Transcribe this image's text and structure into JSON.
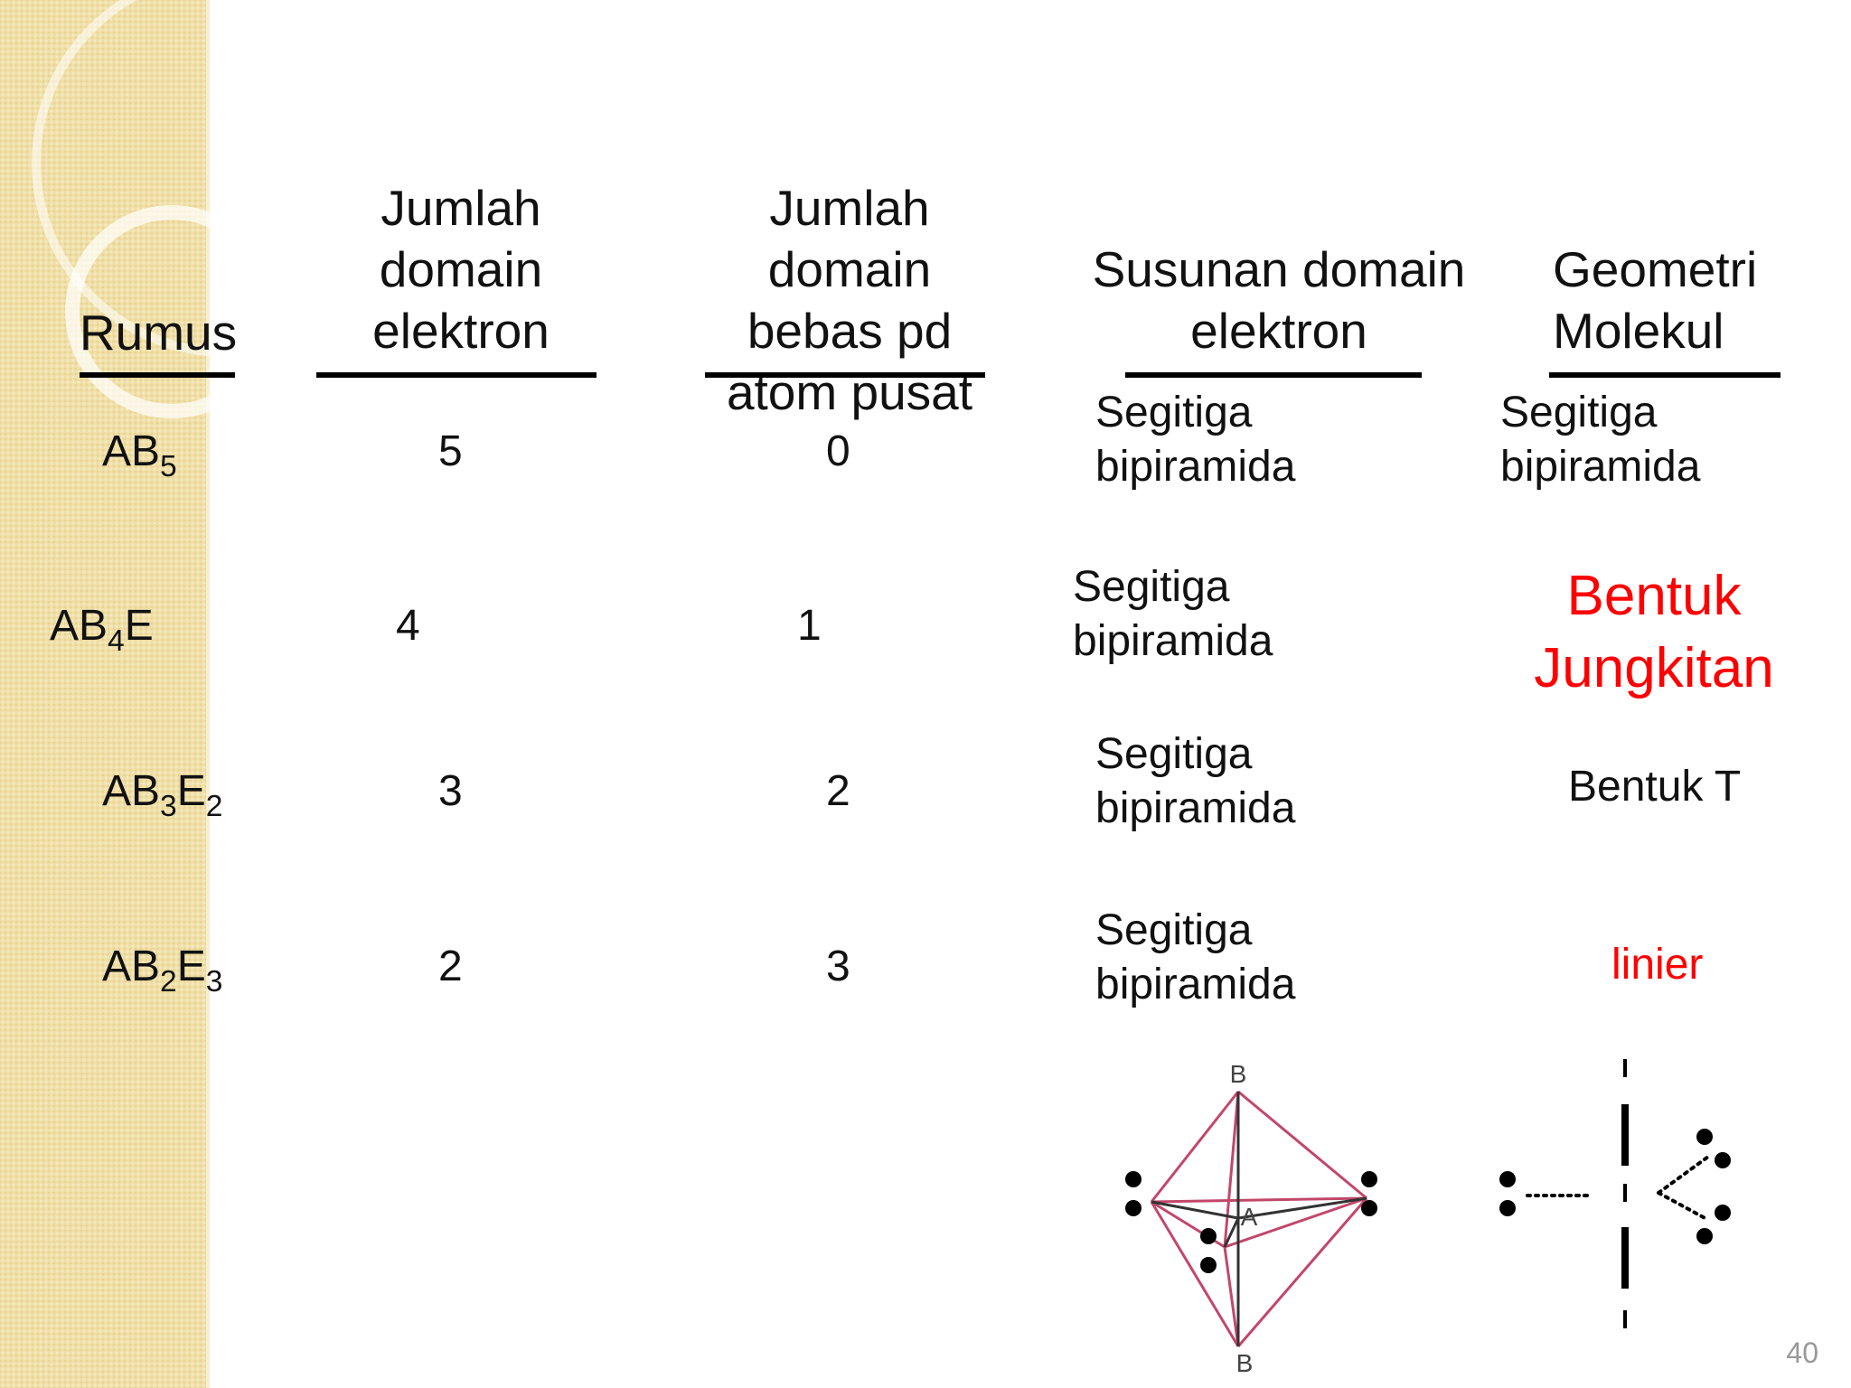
{
  "headers": {
    "rumus": "Rumus",
    "domain_elektron": [
      "Jumlah",
      "domain",
      "elektron"
    ],
    "domain_bebas": [
      "Jumlah",
      "domain",
      "bebas pd",
      "atom pusat"
    ],
    "susunan": [
      "Susunan domain",
      "elektron"
    ],
    "geometri": [
      "Geometri",
      "Molekul"
    ]
  },
  "rows": [
    {
      "formula": {
        "base": "AB",
        "sub1": "5",
        "mid": "",
        "sub2": ""
      },
      "domain_elektron": "5",
      "domain_bebas": "0",
      "susunan": [
        "Segitiga",
        "bipiramida"
      ],
      "geometri": [
        "Segitiga",
        "bipiramida"
      ]
    },
    {
      "formula": {
        "base": "AB",
        "sub1": "4",
        "mid": "E",
        "sub2": ""
      },
      "domain_elektron": "4",
      "domain_bebas": "1",
      "susunan": [
        "Segitiga",
        "bipiramida"
      ],
      "geometri": [
        "Bentuk",
        "Jungkitan"
      ]
    },
    {
      "formula": {
        "base": "AB",
        "sub1": "3",
        "mid": "E",
        "sub2": "2"
      },
      "domain_elektron": "3",
      "domain_bebas": "2",
      "susunan": [
        "Segitiga",
        "bipiramida"
      ],
      "geometri": [
        "Bentuk T"
      ]
    },
    {
      "formula": {
        "base": "AB",
        "sub1": "2",
        "mid": "E",
        "sub2": "3"
      },
      "domain_elektron": "2",
      "domain_bebas": "3",
      "susunan": [
        "Segitiga",
        "bipiramida"
      ],
      "geometri": [
        "linier"
      ]
    }
  ],
  "diagram": {
    "top_atom": "B",
    "center_atom": "A",
    "bottom_atom": "B"
  },
  "colors": {
    "highlight": "#ff0000",
    "bond_red": "#c2476a",
    "sidebar": "#f0dfa6"
  },
  "page_number": "40"
}
